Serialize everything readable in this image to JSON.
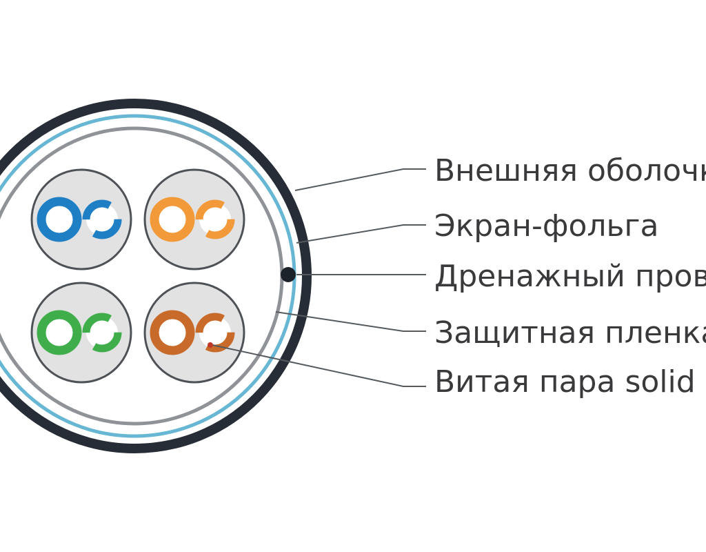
{
  "diagram": {
    "callouts": [
      {
        "id": "outer-jacket",
        "label": "Внешняя оболочка"
      },
      {
        "id": "foil-shield",
        "label": "Экран-фольга"
      },
      {
        "id": "drain-wire",
        "label": "Дренажный провод"
      },
      {
        "id": "protective-film",
        "label": "Защитная пленка"
      },
      {
        "id": "twisted-pair",
        "label": "Витая пара solid"
      }
    ],
    "pairs": [
      {
        "id": "blue",
        "color": "#1f7fc4"
      },
      {
        "id": "orange",
        "color": "#f29a3a"
      },
      {
        "id": "green",
        "color": "#3fae4a"
      },
      {
        "id": "brown",
        "color": "#c86a2a"
      }
    ],
    "colors": {
      "jacket": "#272d36",
      "shield": "#67b7d4",
      "film": "#8f9296",
      "pair_bg": "#e2e2e3",
      "drain": "#1c2229",
      "text": "#3a3a3c"
    }
  }
}
